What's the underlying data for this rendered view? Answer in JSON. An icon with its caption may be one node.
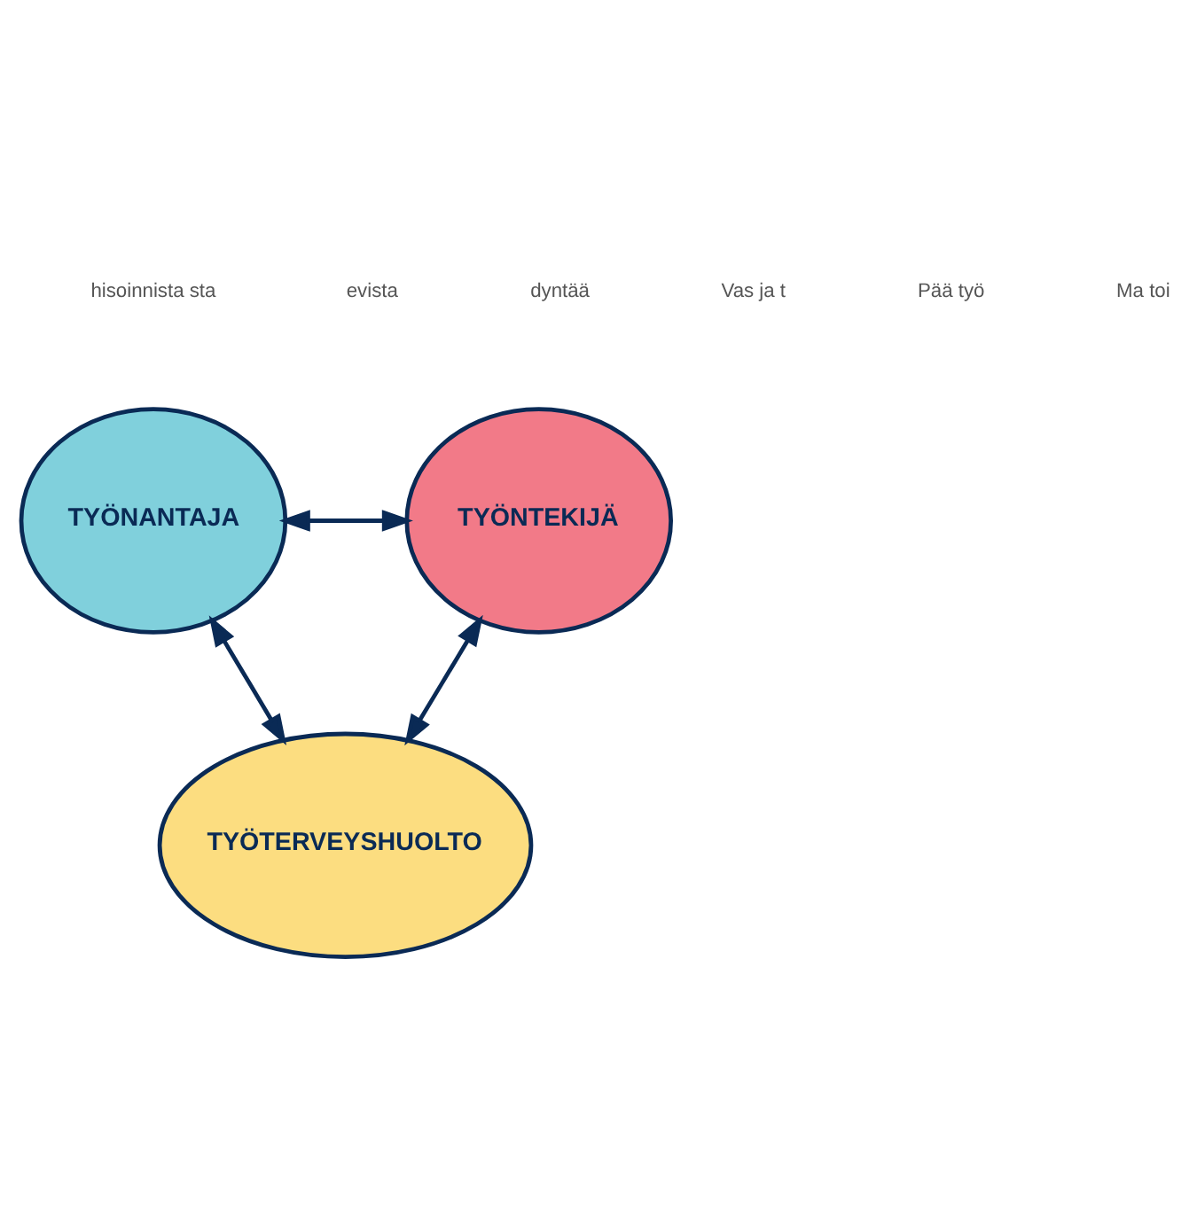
{
  "diagram": {
    "nodes": [
      {
        "text": [
          "TYÖNANTAJA"
        ]
      },
      {
        "text": [
          "TYÖNTEKIJÄ"
        ]
      },
      {
        "text": [
          "TYÖTERVEYSHUOLTO"
        ]
      }
    ],
    "edges": [
      {
        "from": 0,
        "to": 1,
        "arrow": "both"
      },
      {
        "from": 1,
        "to": 2,
        "arrow": "both"
      },
      {
        "from": 2,
        "to": 0,
        "arrow": "both"
      }
    ],
    "labels": [
      "hisoinnista sta",
      "evista",
      "dyntää",
      "Vas ja t",
      "Pää työ",
      "Ma toi"
    ]
  }
}
